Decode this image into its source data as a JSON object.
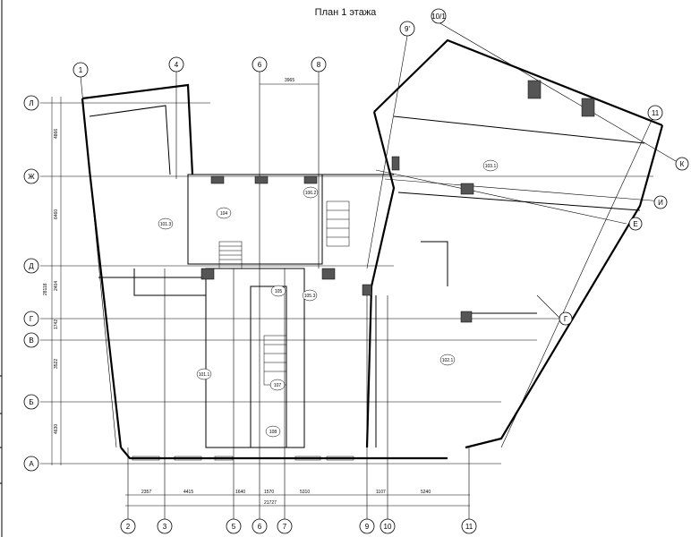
{
  "title": "План 1 этажа",
  "grid_axes_vertical": [
    "1",
    "4",
    "6",
    "8",
    "9'",
    "10/1",
    "11",
    "2",
    "3",
    "5",
    "6",
    "7",
    "9",
    "10",
    "11"
  ],
  "grid_axes_horizontal": [
    "Л",
    "Ж",
    "Д",
    "Г",
    "В",
    "Б",
    "А"
  ],
  "grid_axes_skewed": [
    "К",
    "И",
    "Е",
    "Г"
  ],
  "top_dimension": "3965",
  "bottom_dimensions": [
    "2357",
    "4415",
    "1640",
    "1570",
    "5310",
    "1107",
    "5240"
  ],
  "bottom_total": "21727",
  "left_dimensions": [
    "4866",
    "6460",
    "2404",
    "1742",
    "3522",
    "4630"
  ],
  "left_total": "28118",
  "rooms": [
    "104",
    "101.1",
    "102.1",
    "103.1",
    "105",
    "107",
    "108",
    "106.2",
    "101.3",
    "105.3"
  ]
}
